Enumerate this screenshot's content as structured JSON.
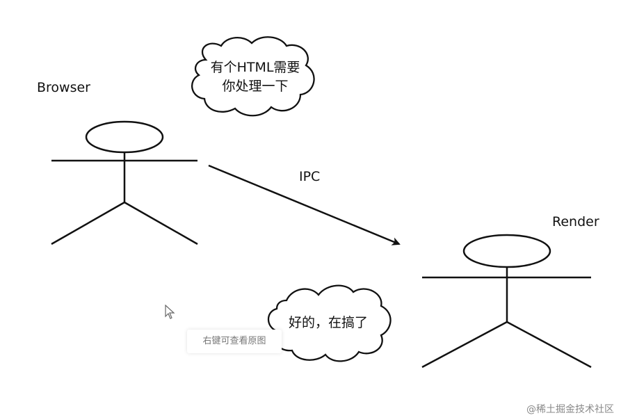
{
  "actors": {
    "browser": "Browser",
    "render": "Render"
  },
  "arrow": {
    "label": "IPC"
  },
  "bubbles": {
    "request_line1": "有个HTML需要",
    "request_line2": "你处理一下",
    "reply": "好的，在搞了"
  },
  "tooltip": {
    "text": "右键可查看原图"
  },
  "watermark": {
    "text": "@稀土掘金技术社区"
  },
  "colors": {
    "stroke": "#111111",
    "background": "#ffffff"
  }
}
